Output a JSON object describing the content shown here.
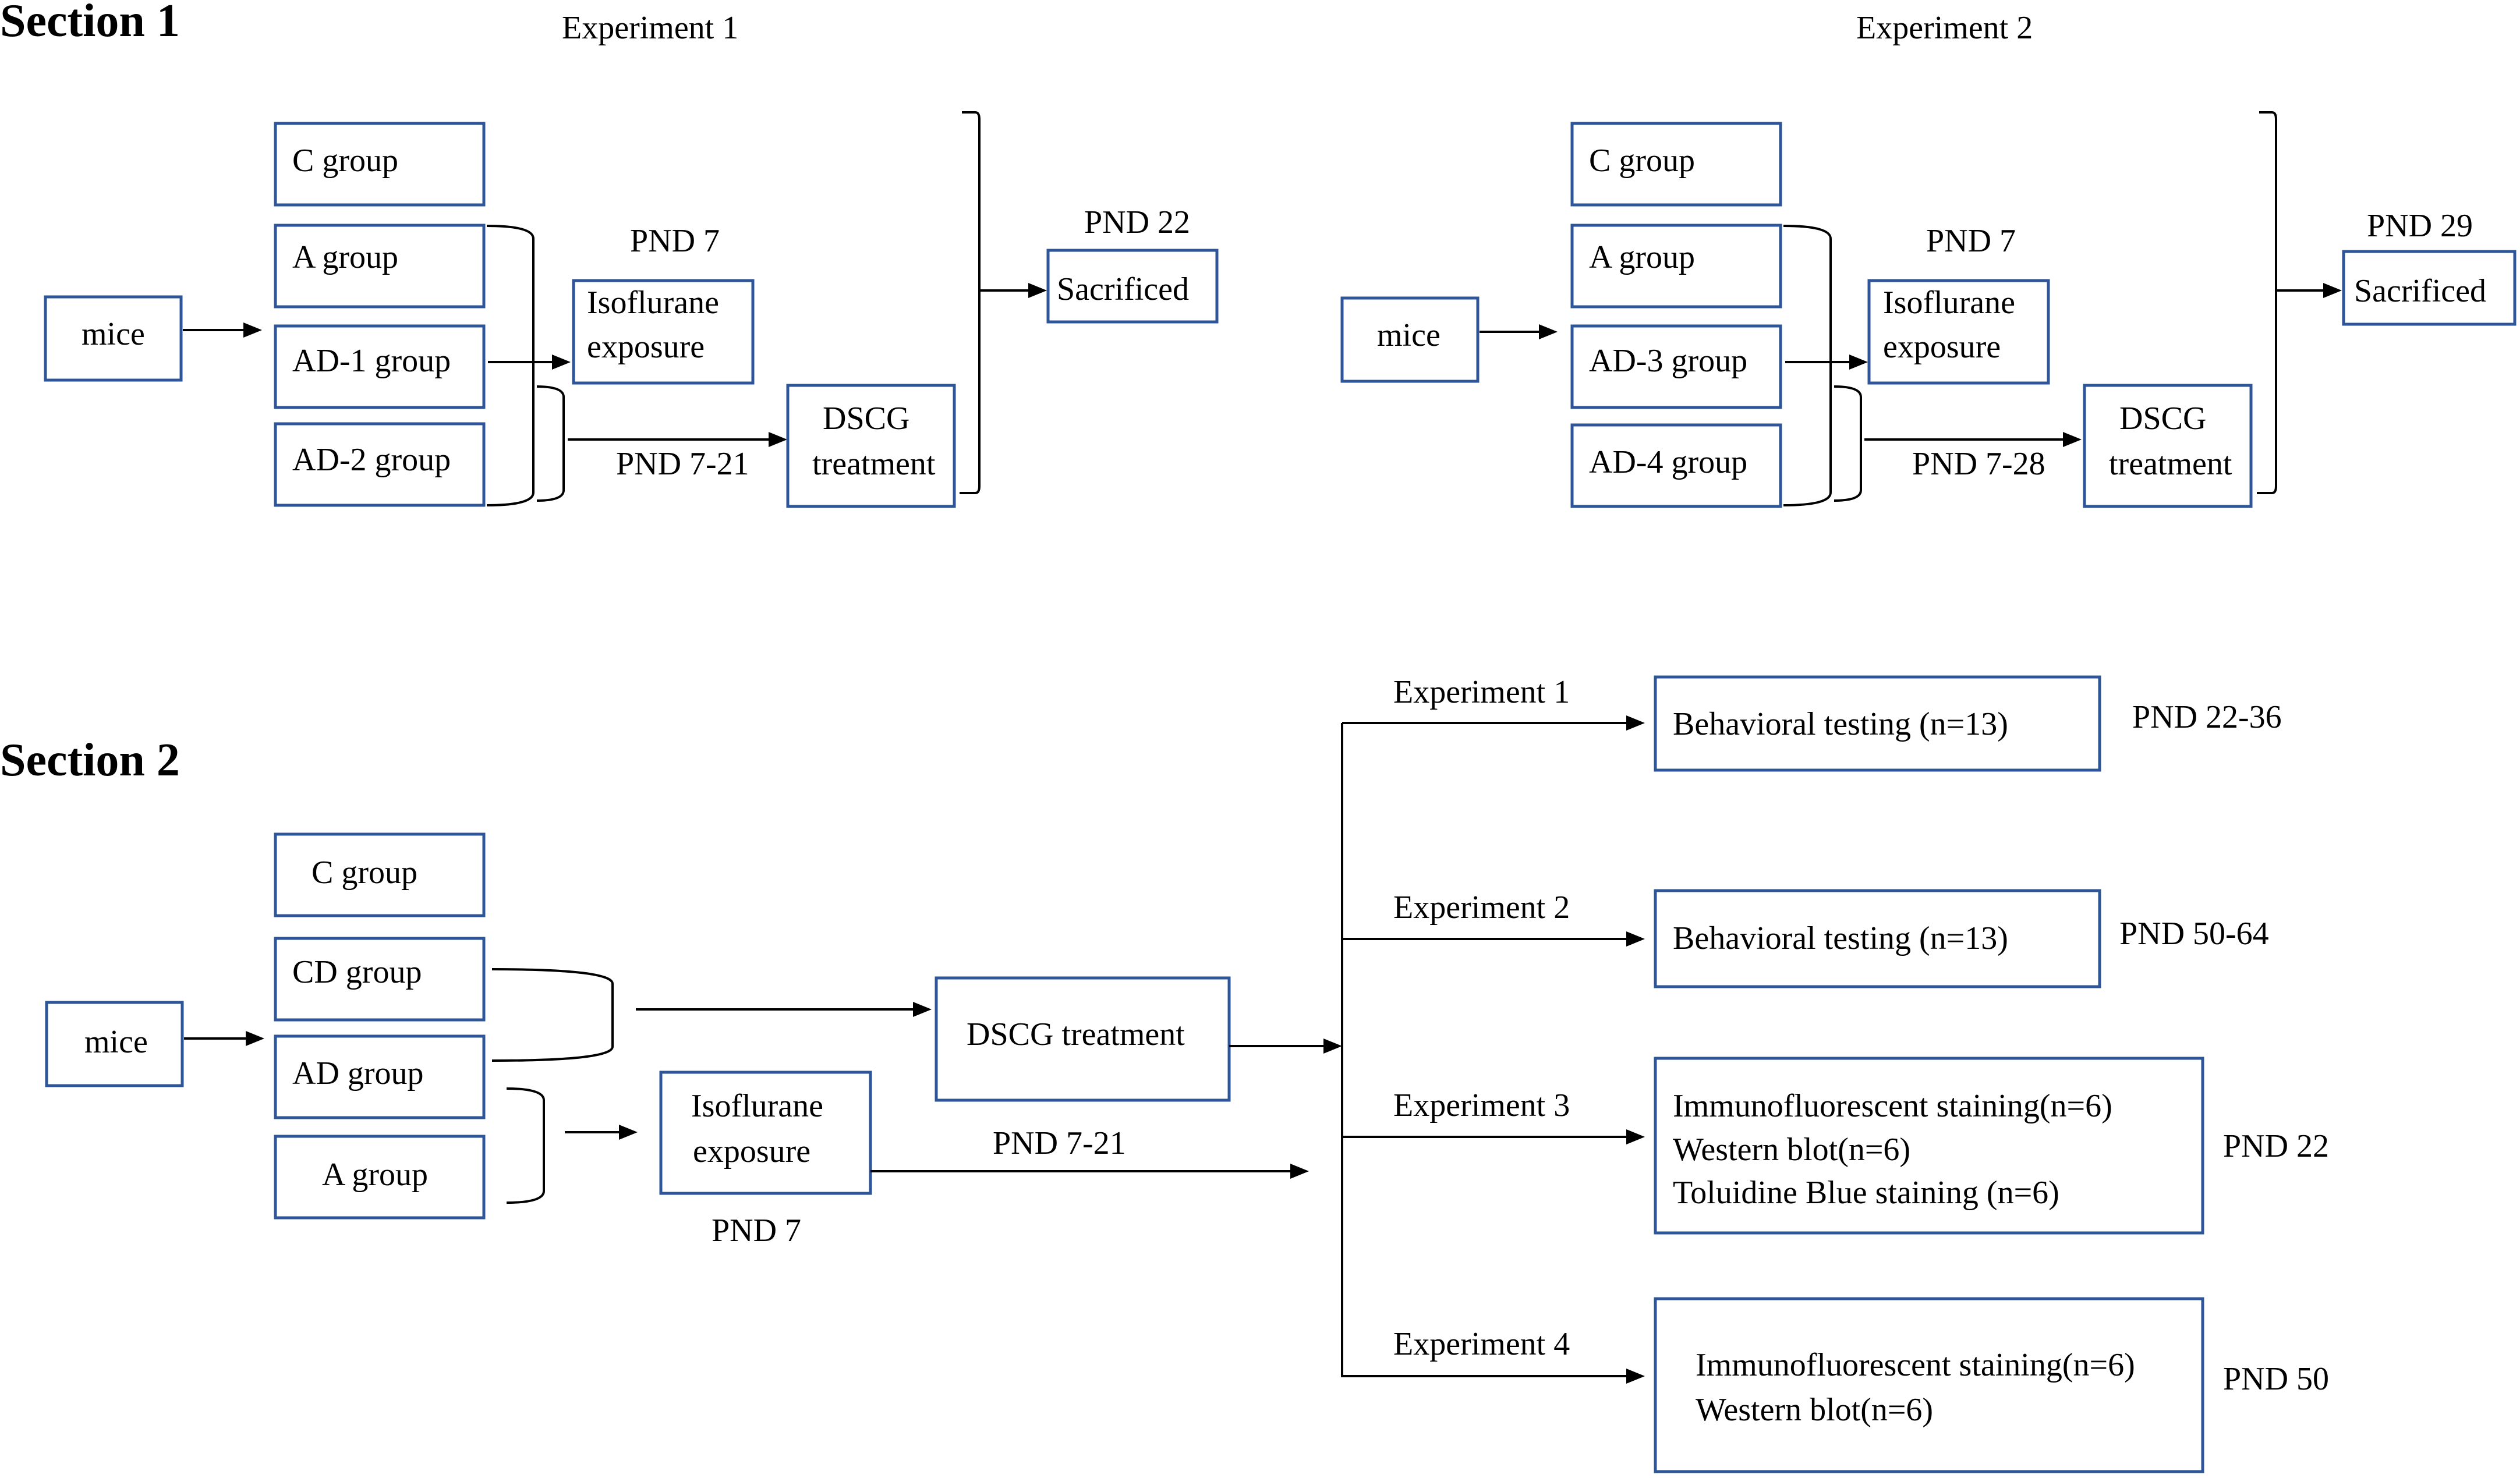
{
  "section1": {
    "title": "Section 1",
    "exp1": {
      "header": "Experiment 1",
      "mice": "mice",
      "groups": [
        "C group",
        "A group",
        "AD-1 group",
        "AD-2 group"
      ],
      "pnd_exposure": "PND 7",
      "isoflurane_line1": "Isoflurane",
      "isoflurane_line2": "exposure",
      "dscg_line1": "DSCG",
      "dscg_line2": "treatment",
      "pnd_range": "PND 7-21",
      "pnd_sacrifice": "PND 22",
      "sacrificed": "Sacrificed"
    },
    "exp2": {
      "header": "Experiment 2",
      "mice": "mice",
      "groups": [
        "C group",
        "A group",
        "AD-3 group",
        "AD-4 group"
      ],
      "pnd_exposure": "PND 7",
      "isoflurane_line1": "Isoflurane",
      "isoflurane_line2": "exposure",
      "dscg_line1": "DSCG",
      "dscg_line2": "treatment",
      "pnd_range": "PND 7-28",
      "pnd_sacrifice": "PND 29",
      "sacrificed": "Sacrificed"
    }
  },
  "section2": {
    "title": "Section 2",
    "mice": "mice",
    "groups": [
      "C group",
      "CD group",
      "AD group",
      "A group"
    ],
    "dscg": "DSCG treatment",
    "isoflurane_line1": "Isoflurane",
    "isoflurane_line2": "exposure",
    "pnd_exposure": "PND 7",
    "pnd_range": "PND 7-21",
    "experiments": [
      {
        "label": "Experiment 1",
        "lines": [
          "Behavioral testing (n=13)"
        ],
        "pnd": "PND 22-36"
      },
      {
        "label": "Experiment 2",
        "lines": [
          "Behavioral testing (n=13)"
        ],
        "pnd": "PND 50-64"
      },
      {
        "label": "Experiment 3",
        "lines": [
          "Immunofluorescent staining(n=6)",
          "Western blot(n=6)",
          "Toluidine Blue staining (n=6)"
        ],
        "pnd": "PND 22"
      },
      {
        "label": "Experiment 4",
        "lines": [
          "Immunofluorescent staining(n=6)",
          "Western blot(n=6)"
        ],
        "pnd": "PND 50"
      }
    ]
  }
}
